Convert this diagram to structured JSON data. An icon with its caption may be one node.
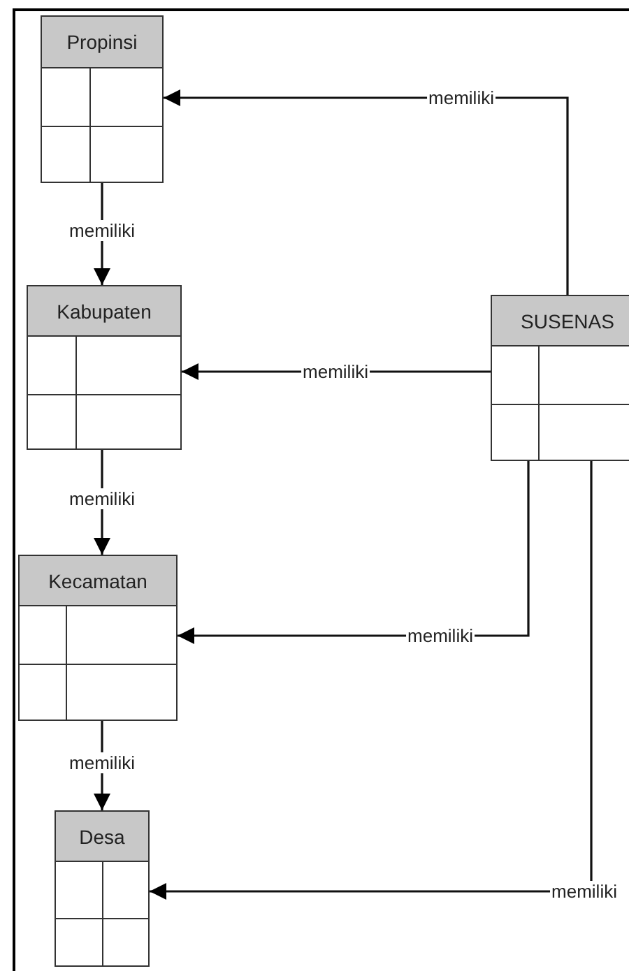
{
  "diagram": {
    "nodes": [
      {
        "text": [
          "Propinsi"
        ]
      },
      {
        "text": [
          "Kabupaten"
        ]
      },
      {
        "text": [
          "SUSENAS"
        ]
      },
      {
        "text": [
          "Kecamatan"
        ]
      },
      {
        "text": [
          "Desa"
        ]
      }
    ],
    "edges": [
      {
        "from": 2,
        "to": 0,
        "arrow": "to",
        "label": "memiliki"
      },
      {
        "from": 0,
        "to": 1,
        "arrow": "to",
        "label": "memiliki"
      },
      {
        "from": 2,
        "to": 1,
        "arrow": "to",
        "label": "memiliki"
      },
      {
        "from": 1,
        "to": 3,
        "arrow": "to",
        "label": "memiliki"
      },
      {
        "from": 2,
        "to": 3,
        "arrow": "to",
        "label": "memiliki"
      },
      {
        "from": 3,
        "to": 4,
        "arrow": "to",
        "label": "memiliki"
      },
      {
        "from": 2,
        "to": 4,
        "arrow": "to",
        "label": "memiliki"
      }
    ]
  }
}
